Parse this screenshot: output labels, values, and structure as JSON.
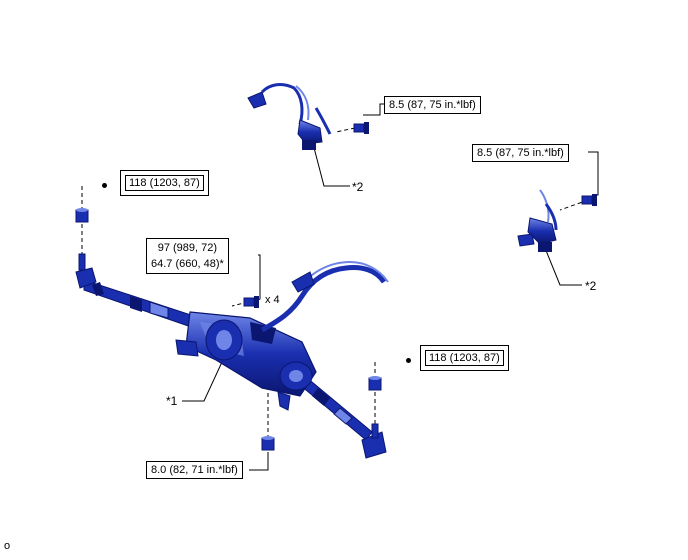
{
  "diagram": {
    "torques": {
      "tie_rod_left": "118 (1203, 87)",
      "tie_rod_right": "118 (1203, 87)",
      "rack_bolt_line1": "97 (989, 72)",
      "rack_bolt_line2": "64.7 (660, 48)*",
      "harness_top": "8.5 (87, 75 in.*lbf)",
      "harness_right": "8.5 (87, 75 in.*lbf)",
      "bottom_nut": "8.0 (82, 71 in.*lbf)"
    },
    "multiplier": "x 4",
    "callouts": {
      "steering_gear": "*1",
      "harness_top": "*2",
      "harness_right": "*2"
    },
    "page_number": "o",
    "colors": {
      "part_blue": "#1a2fb0",
      "part_dark": "#0b1670",
      "part_light": "#6f86e8",
      "line": "#000000"
    }
  }
}
